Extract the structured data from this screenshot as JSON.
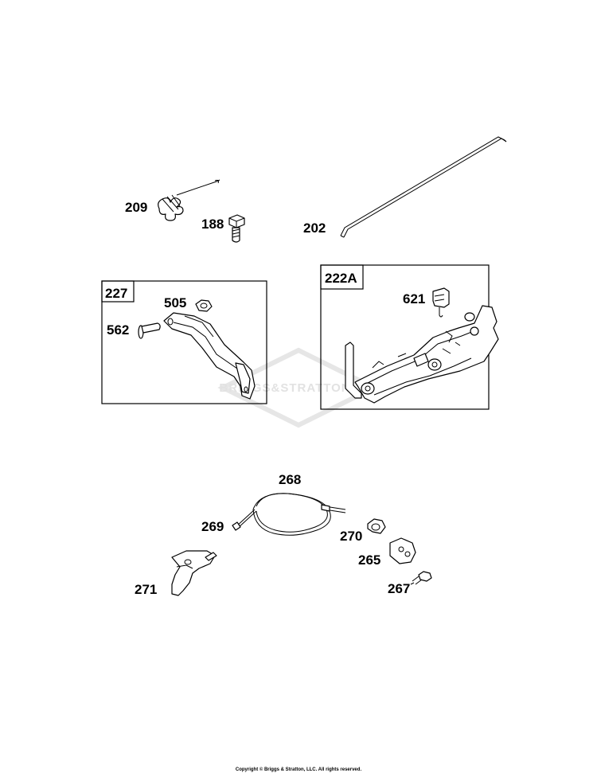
{
  "watermark": "BRIGGS&STRATTON",
  "copyright": "Copyright © Briggs & Stratton, LLC. All rights reserved.",
  "callouts": {
    "p209": "209",
    "p188": "188",
    "p202": "202",
    "p227": "227",
    "p505": "505",
    "p562": "562",
    "p222a": "222A",
    "p621": "621",
    "p268": "268",
    "p269": "269",
    "p270": "270",
    "p265": "265",
    "p271": "271",
    "p267": "267"
  }
}
